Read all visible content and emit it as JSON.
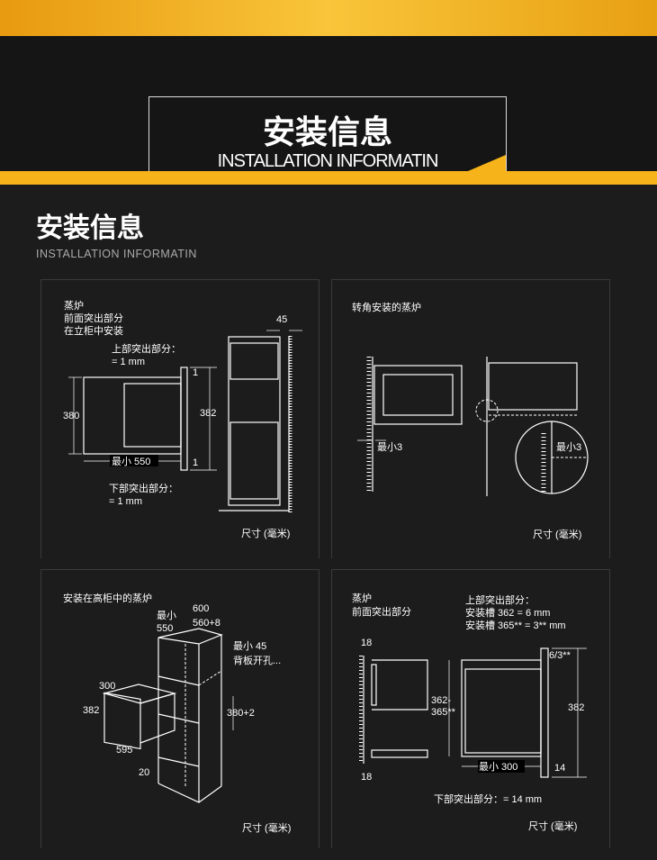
{
  "banner": {
    "title_zh": "安装信息",
    "title_en": "INSTALLATION INFORMATIN"
  },
  "section": {
    "title_zh": "安装信息",
    "title_en": "INSTALLATION  INFORMATIN"
  },
  "unit_label": "尺寸 (毫米)",
  "panel1": {
    "title": [
      "蒸炉",
      "前面突出部分",
      "在立柜中安装"
    ],
    "top_protrusion": [
      "上部突出部分：",
      "= 1 mm"
    ],
    "bottom_protrusion": [
      "下部突出部分：",
      "= 1 mm"
    ],
    "dims": {
      "height": "380",
      "front_height": "382",
      "min_depth": "最小 550",
      "top_gap": "1",
      "bottom_gap": "1",
      "wall_gap": "45"
    }
  },
  "panel2": {
    "title": "转角安装的蒸炉",
    "min_left": "最小3",
    "min_detail": "最小3"
  },
  "panel3": {
    "title": "安装在高柜中的蒸炉",
    "dims": {
      "width_600": "600",
      "min": "最小",
      "min_550": "550",
      "niche": "560+8",
      "min45": "最小 45",
      "back_hole": "背板开孔...",
      "depth": "300",
      "height": "382",
      "niche_h": "380+2",
      "width": "595",
      "front": "20"
    }
  },
  "panel4": {
    "title": [
      "蒸炉",
      "前面突出部分"
    ],
    "top_protrusion": [
      "上部突出部分：",
      "安装槽 362 = 6 mm",
      "安装槽 365** = 3** mm"
    ],
    "dims": {
      "side_top": "18",
      "side_bottom": "18",
      "niche_a": "362-",
      "niche_b": "365**",
      "top_gap": "6/3**",
      "height": "382",
      "min_depth": "最小 300",
      "bottom_gap": "14"
    },
    "bottom_protrusion": "下部突出部分：= 14 mm"
  }
}
